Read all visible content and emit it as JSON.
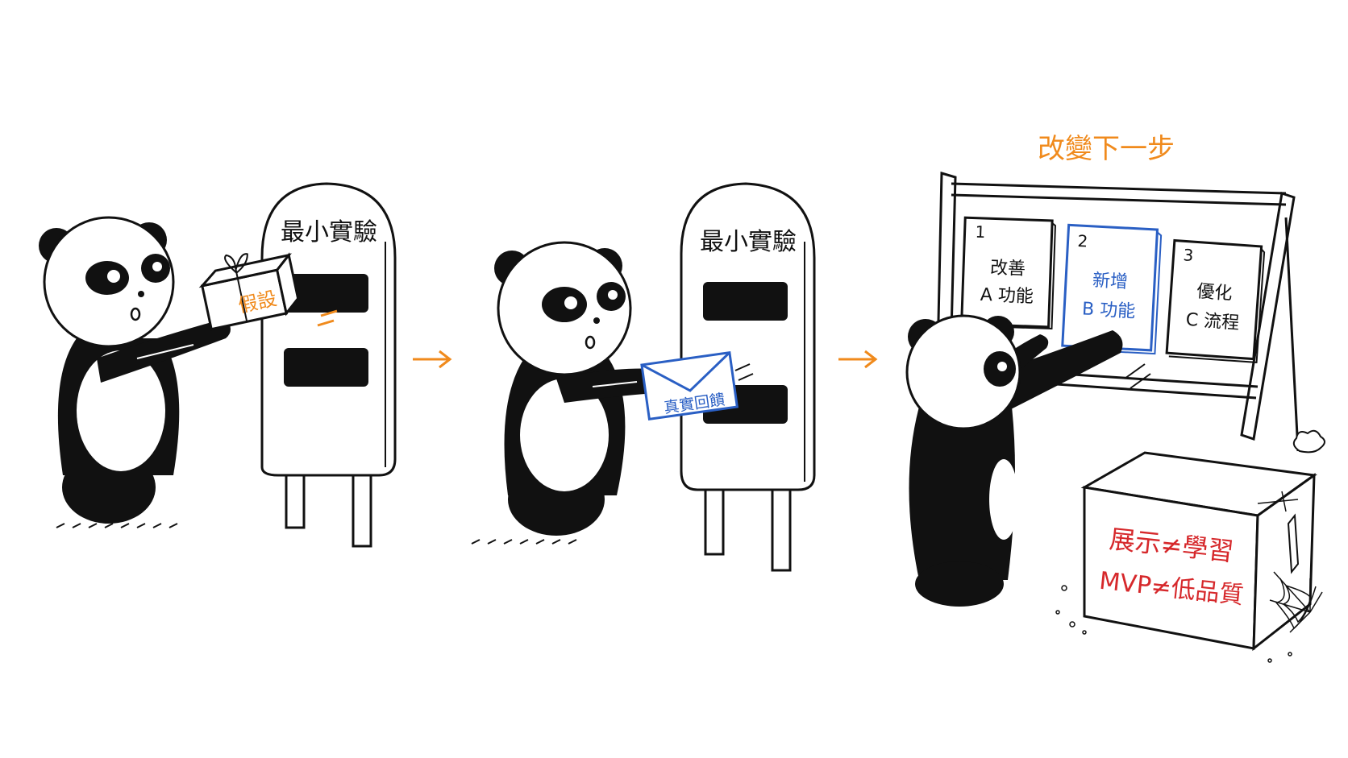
{
  "mailbox_1": {
    "label": "最小實驗"
  },
  "mailbox_2": {
    "label": "最小實驗"
  },
  "parcel": {
    "label": "假設"
  },
  "envelope": {
    "label": "真實回饋"
  },
  "board": {
    "title": "改變下一步",
    "cards": [
      {
        "number": "1",
        "line1": "改善",
        "line2": "A 功能"
      },
      {
        "number": "2",
        "line1": "新增",
        "line2": "B 功能"
      },
      {
        "number": "3",
        "line1": "優化",
        "line2": "C 流程"
      }
    ]
  },
  "box": {
    "line1": "展示≠學習",
    "line2": "MVP≠低品質"
  },
  "colors": {
    "orange": "#f08a1c",
    "blue": "#2a5fc4",
    "red": "#d6282b",
    "ink": "#111111"
  }
}
